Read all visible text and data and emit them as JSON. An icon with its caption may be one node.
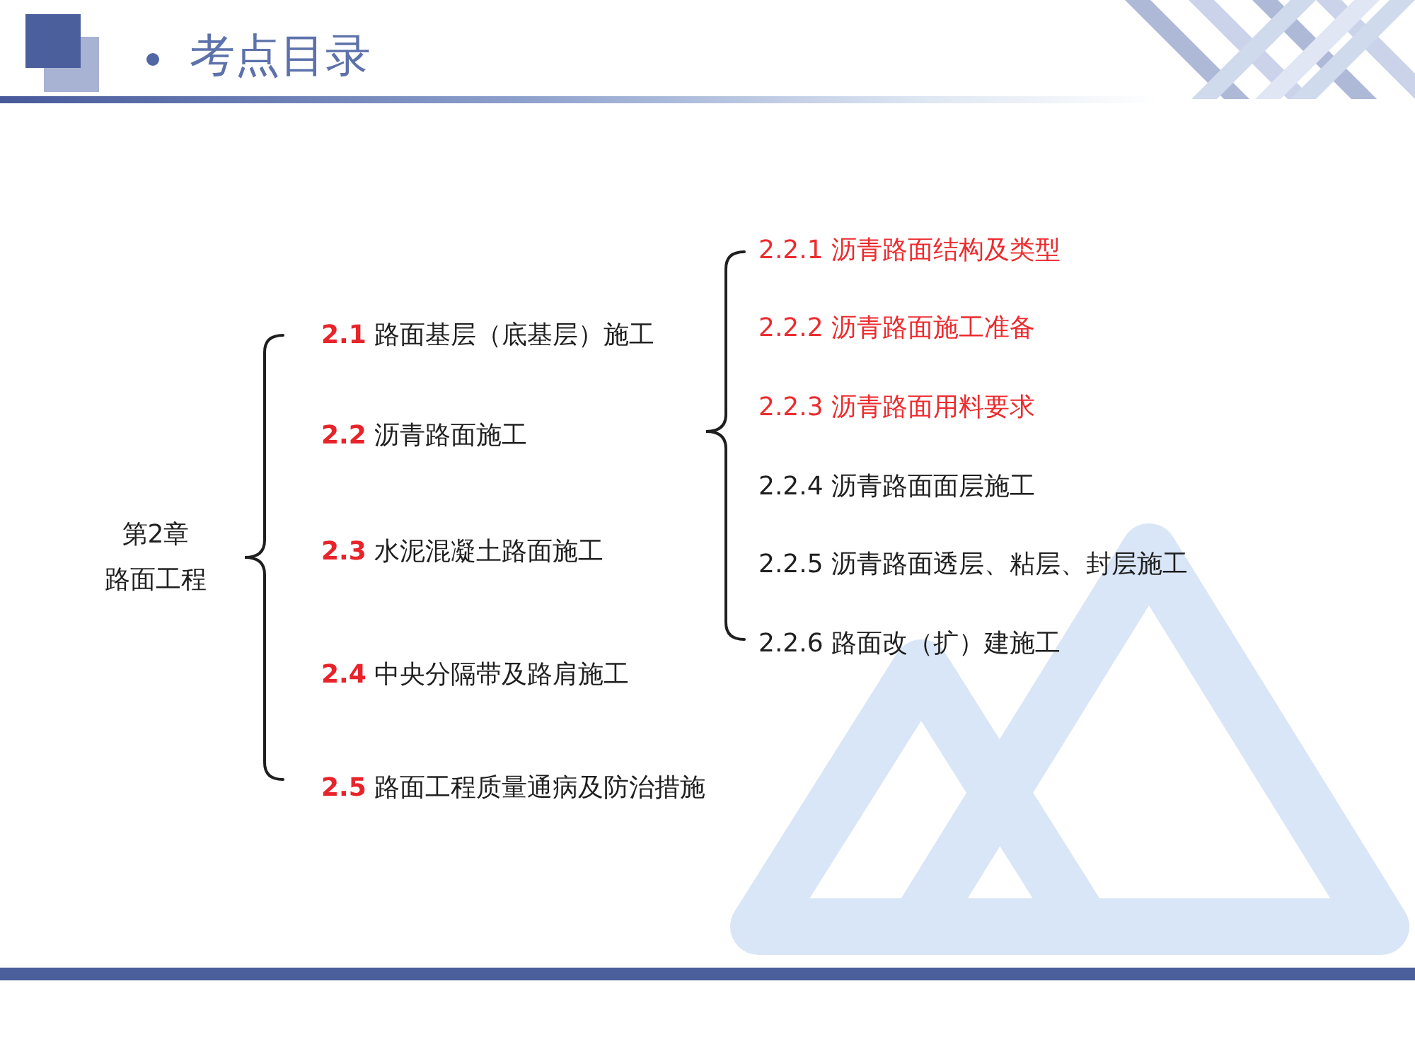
{
  "diagram": {
    "title": "考点目录",
    "labels": [
      "第2章",
      "路面工程",
      "**2.1** 路面基层（底基层）施工",
      "**2.2** 沥青路面施工",
      "**2.3** 水泥混凝土路面施工",
      "**2.4** 中央分隔带及路肩施工",
      "**2.5** 路面工程质量通病及防治措施",
      "2.2.1 沥青路面结构及类型",
      "2.2.2 沥青路面施工准备",
      "2.2.3 沥青路面用料要求",
      "2.2.4 沥青路面面层施工",
      "2.2.5 沥青路面透层、粘层、封层施工",
      "2.2.6 路面改（扩）建施工"
    ]
  }
}
